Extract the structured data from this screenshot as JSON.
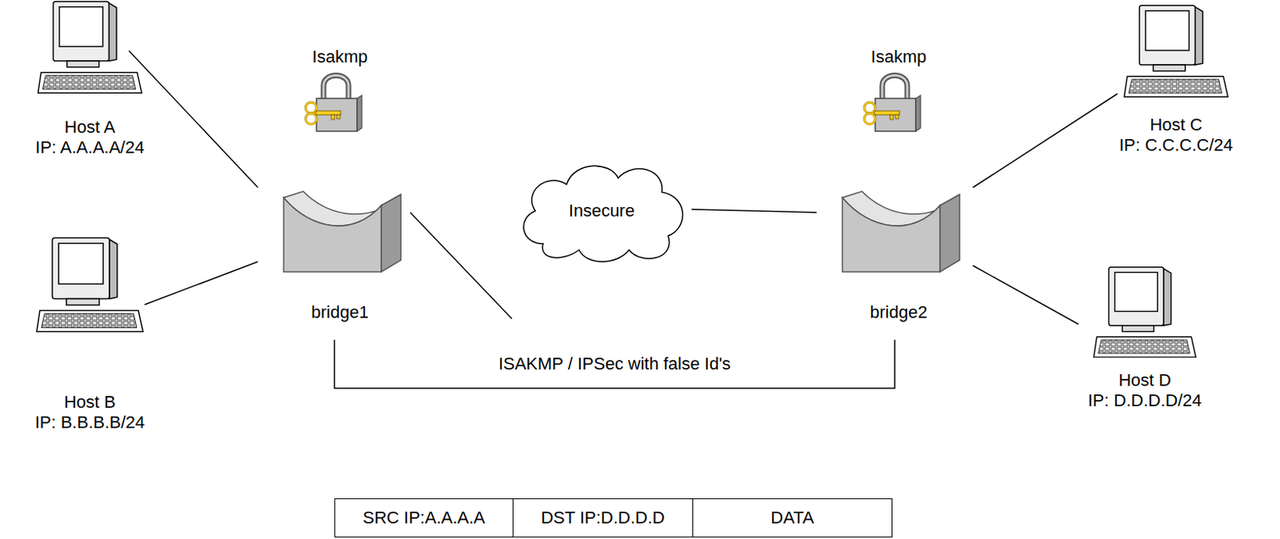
{
  "diagram": {
    "nodes": [
      {
        "text": [
          "Host A",
          "IP: A.A.A.A/24"
        ]
      },
      {
        "text": [
          "Host B",
          "IP: B.B.B.B/24"
        ]
      },
      {
        "text": [
          "Isakmp",
          "bridge1"
        ]
      },
      {
        "text": [
          "Insecure"
        ]
      },
      {
        "text": [
          "Isakmp",
          "bridge2"
        ]
      },
      {
        "text": [
          "Host C",
          "IP: C.C.C.C/24"
        ]
      },
      {
        "text": [
          "Host D",
          "IP: D.D.D.D/24"
        ]
      }
    ],
    "edges": [
      {
        "from": 0,
        "to": 2,
        "arrow": "none"
      },
      {
        "from": 1,
        "to": 2,
        "arrow": "none"
      },
      {
        "from": 2,
        "to": 3,
        "arrow": "none"
      },
      {
        "from": 3,
        "to": 4,
        "arrow": "none"
      },
      {
        "from": 4,
        "to": 5,
        "arrow": "none"
      },
      {
        "from": 4,
        "to": 6,
        "arrow": "none"
      },
      {
        "from": 2,
        "to": 4,
        "label": "ISAKMP / IPSec with false Id's",
        "arrow": "none"
      }
    ],
    "labels": [
      "SRC IP:A.A.A.A",
      "DST IP:D.D.D.D",
      "DATA"
    ]
  }
}
